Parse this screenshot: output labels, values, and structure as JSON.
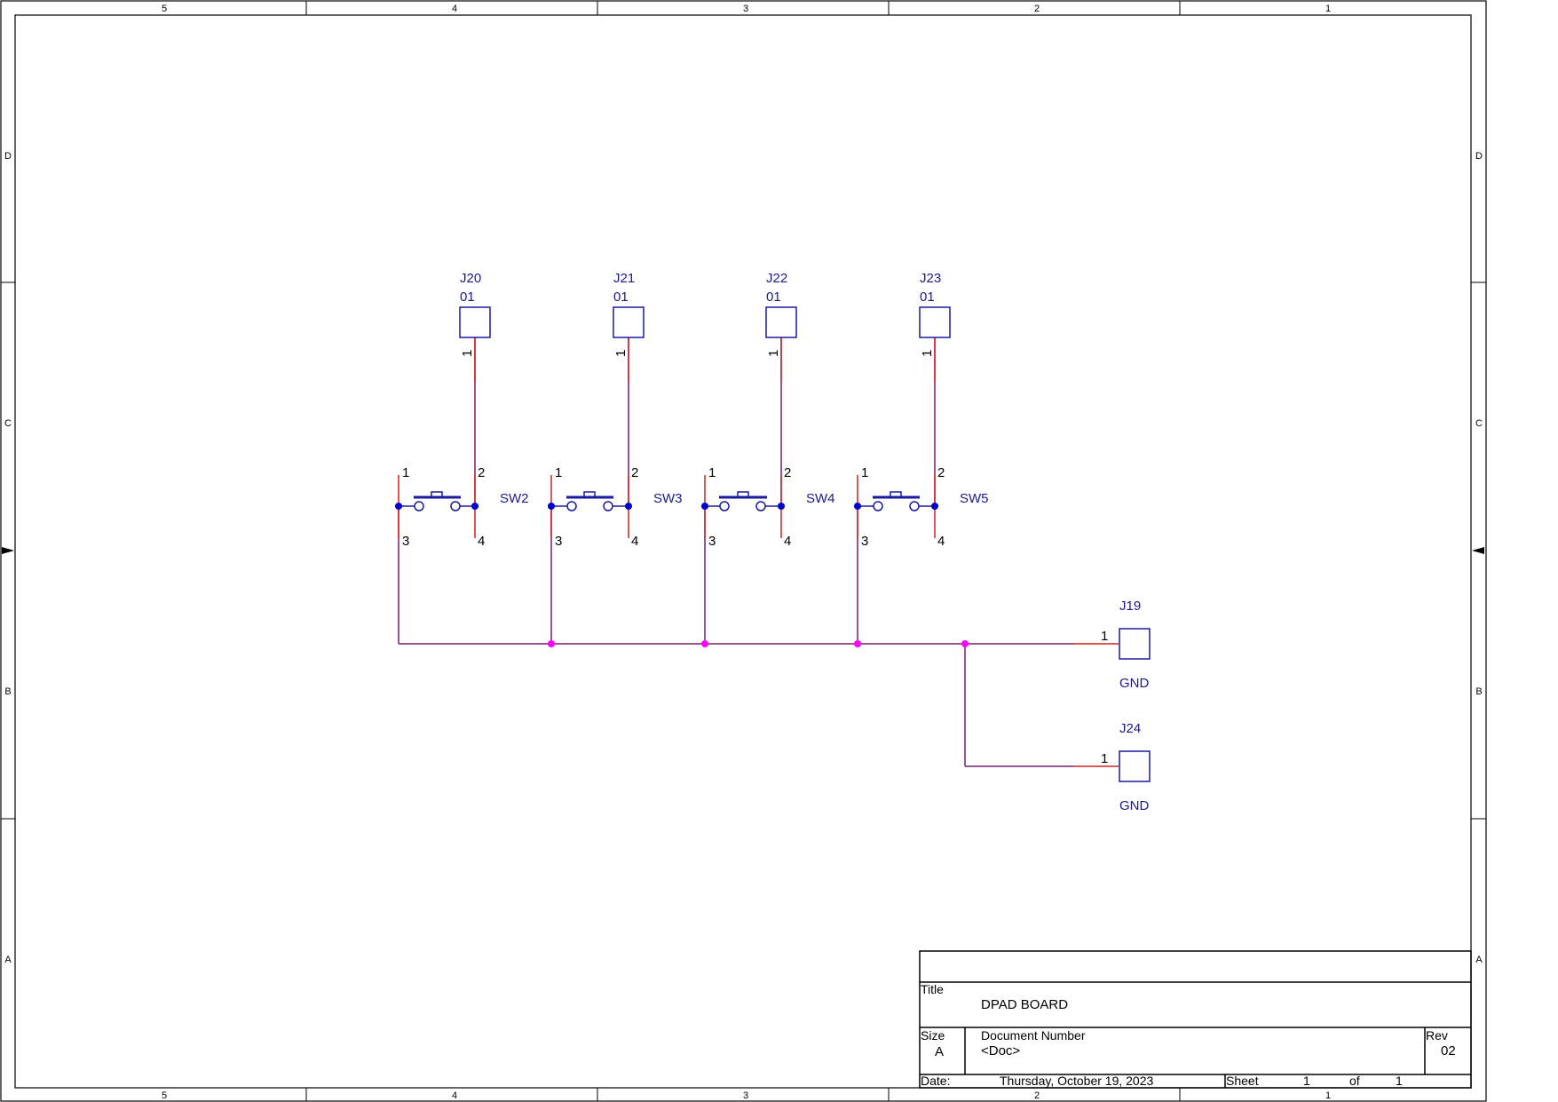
{
  "frame": {
    "col_labels": [
      "5",
      "4",
      "3",
      "2",
      "1"
    ],
    "row_labels": [
      "D",
      "C",
      "B",
      "A"
    ]
  },
  "switches": [
    {
      "ref": "SW2",
      "pins": [
        "1",
        "2",
        "3",
        "4"
      ]
    },
    {
      "ref": "SW3",
      "pins": [
        "1",
        "2",
        "3",
        "4"
      ]
    },
    {
      "ref": "SW4",
      "pins": [
        "1",
        "2",
        "3",
        "4"
      ]
    },
    {
      "ref": "SW5",
      "pins": [
        "1",
        "2",
        "3",
        "4"
      ]
    }
  ],
  "top_connectors": [
    {
      "ref": "J20",
      "value": "01",
      "pin": "1"
    },
    {
      "ref": "J21",
      "value": "01",
      "pin": "1"
    },
    {
      "ref": "J22",
      "value": "01",
      "pin": "1"
    },
    {
      "ref": "J23",
      "value": "01",
      "pin": "1"
    }
  ],
  "gnd_connectors": [
    {
      "ref": "J19",
      "value": "GND",
      "pin": "1"
    },
    {
      "ref": "J24",
      "value": "GND",
      "pin": "1"
    }
  ],
  "title_block": {
    "title_label": "Title",
    "title": "DPAD BOARD",
    "size_label": "Size",
    "size": "A",
    "doc_number_label": "Document Number",
    "doc_number": "<Doc>",
    "rev_label": "Rev",
    "rev": "02",
    "date_label": "Date:",
    "date": "Thursday, October 19, 2023",
    "sheet_label": "Sheet",
    "sheet": "1",
    "of_label": "of",
    "sheet_total": "1"
  },
  "colors": {
    "wire": "#7a1f6e",
    "wire_stub": "#d42020",
    "symbol": "#1a1aa0",
    "junction": "#ff00ff",
    "pin_dot": "#0000cc"
  }
}
